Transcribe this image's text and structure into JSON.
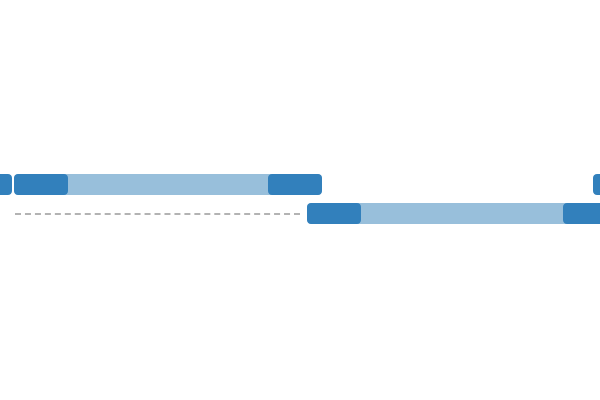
{
  "colors": {
    "segment_light": "#98bfdb",
    "segment_dark": "#3280bc",
    "connector": "#b3b3b3",
    "background": "#ffffff"
  },
  "tracks": [
    {
      "name": "track-1",
      "items": [
        {
          "kind": "cap",
          "label": ""
        },
        {
          "kind": "span",
          "label": ""
        },
        {
          "kind": "cap",
          "label": ""
        }
      ]
    },
    {
      "name": "track-2",
      "items": [
        {
          "kind": "connector",
          "label": ""
        },
        {
          "kind": "span",
          "label": ""
        }
      ]
    }
  ]
}
